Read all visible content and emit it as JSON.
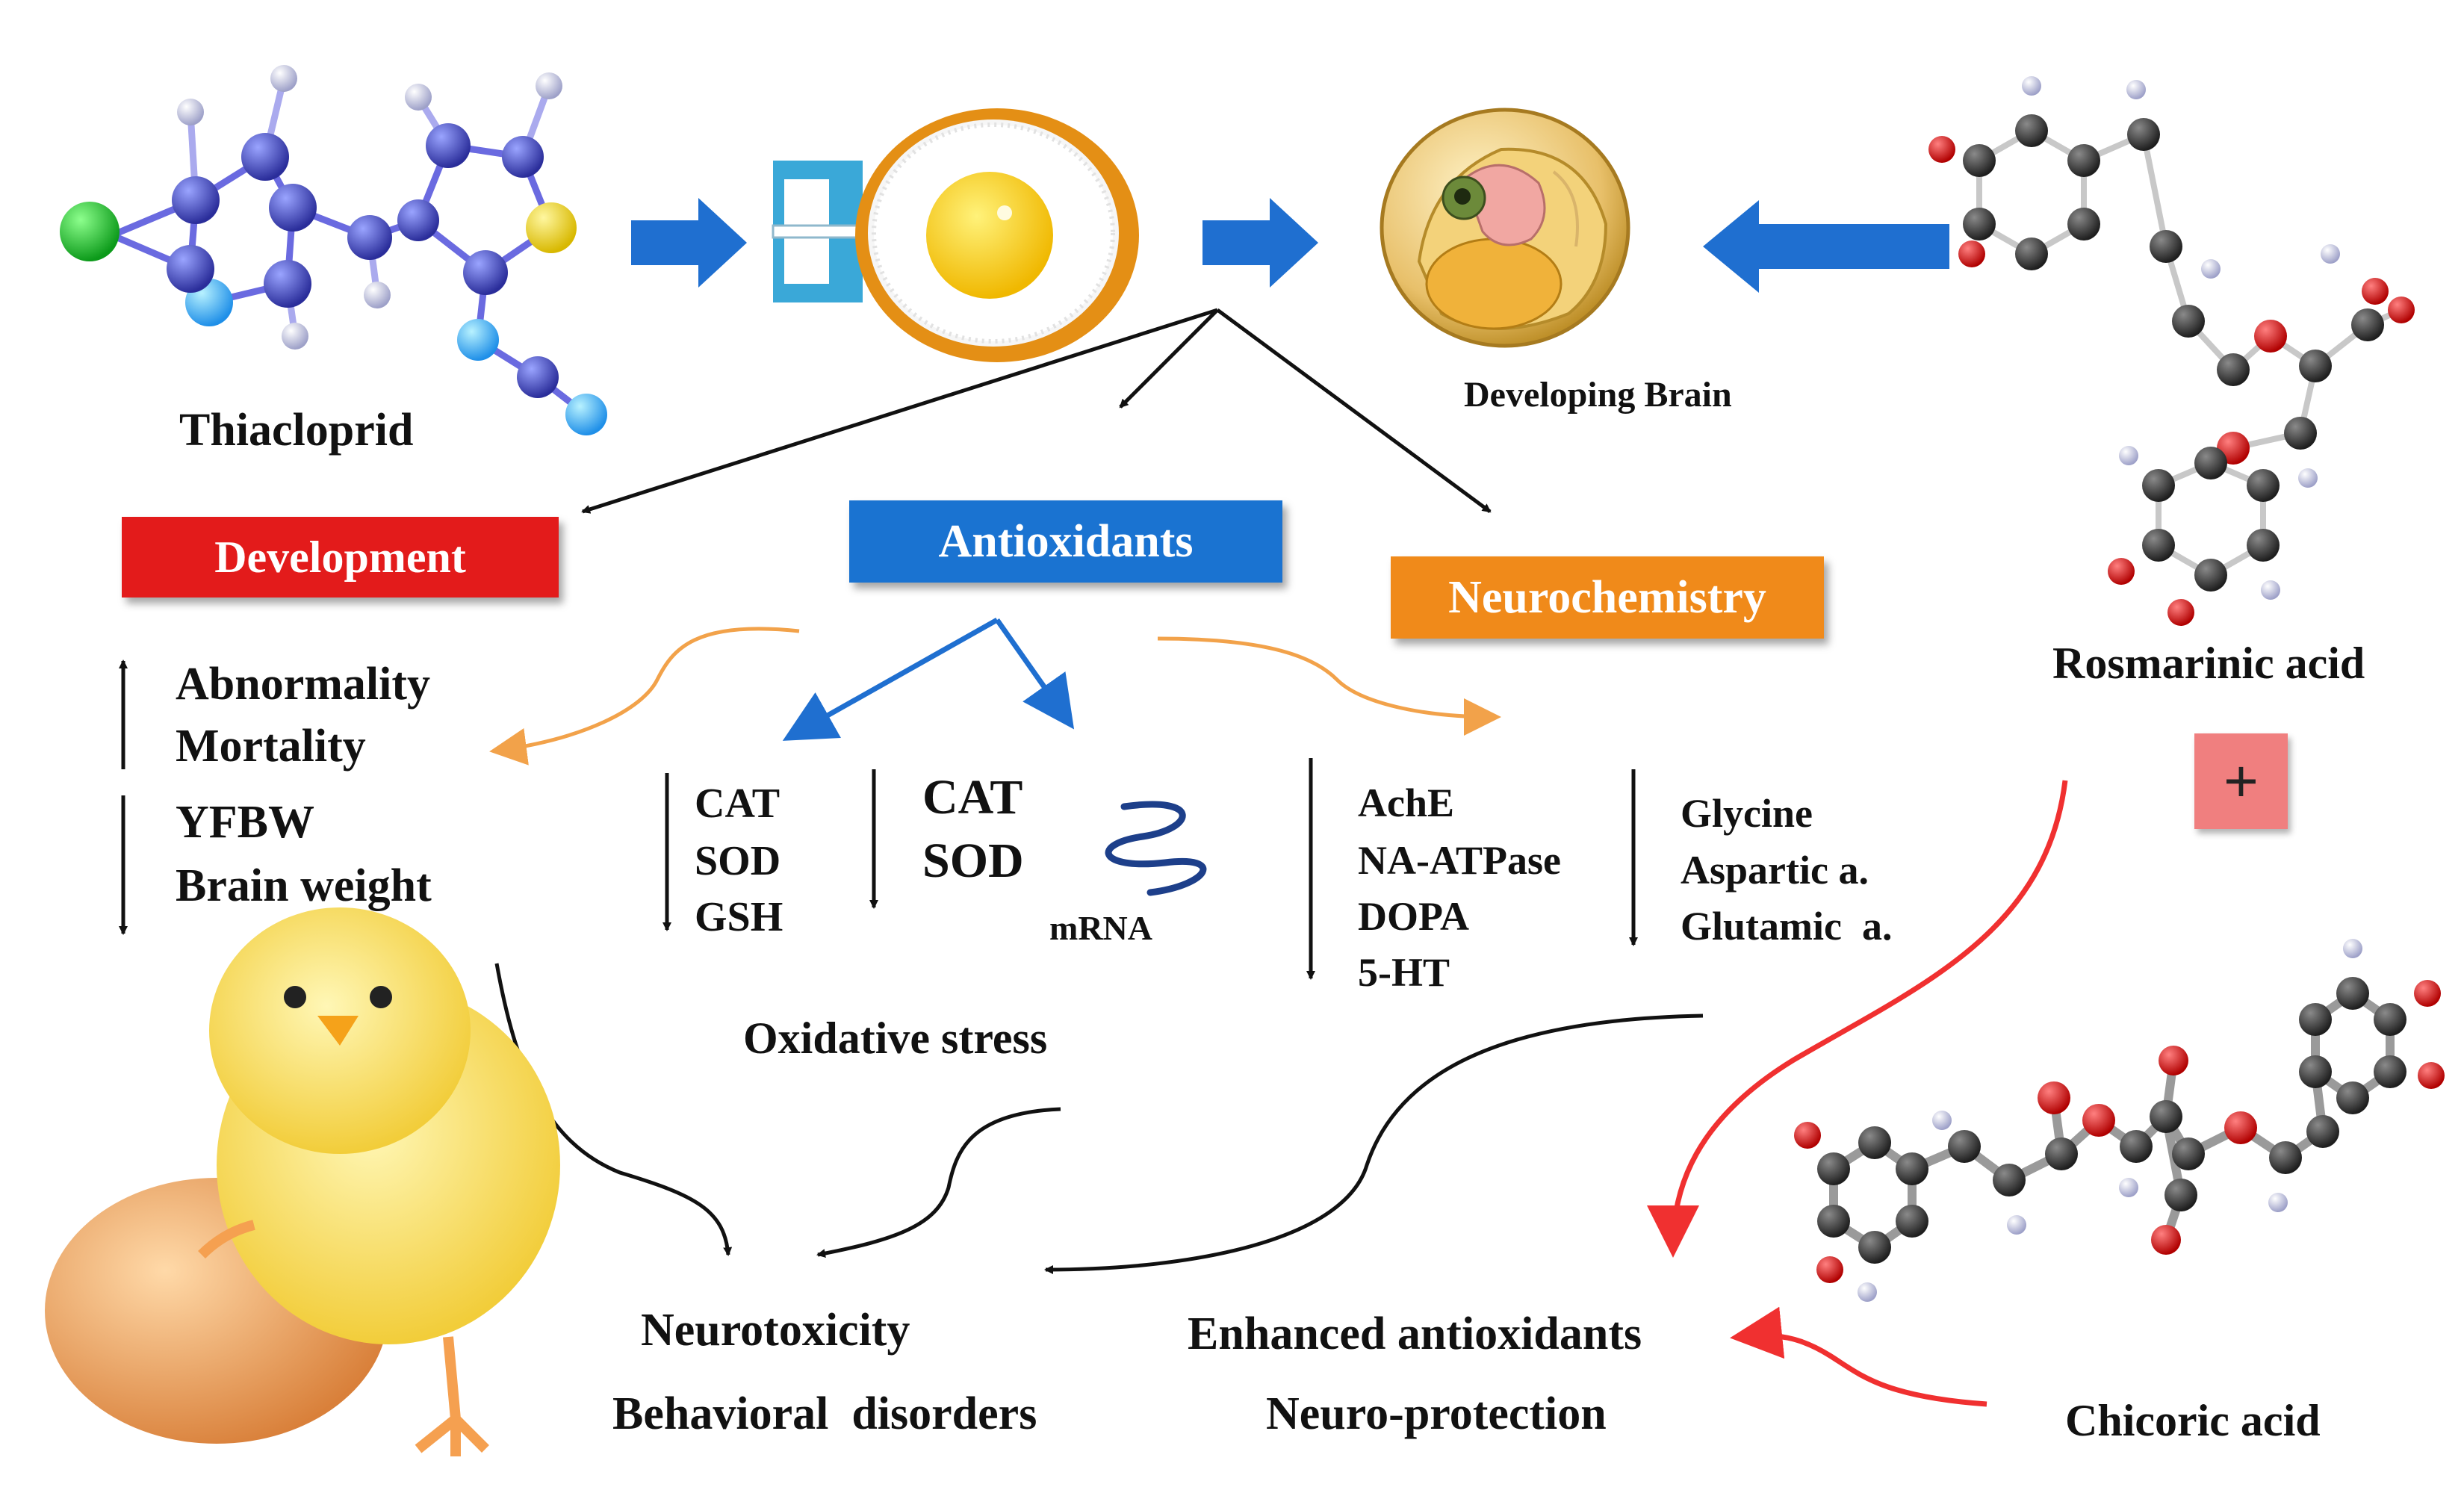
{
  "colors": {
    "development": "#e31b1b",
    "antioxidants": "#1a73d1",
    "neurochemistry": "#f08a1a",
    "arrow_blue": "#1f6fd0",
    "arrow_orange": "#f2a24a",
    "arrow_red": "#f03030",
    "plus_box": "#f07f7f"
  },
  "molecules": {
    "thiacloprid": "Thiacloprid",
    "rosmarinic": "Rosmarinic acid",
    "chicoric": "Chicoric acid"
  },
  "egg": {
    "developing_brain": "Developing Brain"
  },
  "boxes": {
    "development": "Development",
    "antioxidants": "Antioxidants",
    "neurochemistry": "Neurochemistry",
    "plus": "+"
  },
  "development_effects": {
    "up": [
      "Abnormality",
      "Mortality"
    ],
    "down": [
      "YFBW",
      "Brain weight"
    ]
  },
  "antioxidant_effects": {
    "enzymes": [
      "CAT",
      "SOD",
      "GSH"
    ],
    "genes": [
      "CAT",
      "SOD"
    ],
    "mrna": "mRNA",
    "summary": "Oxidative stress"
  },
  "neurochem_effects": {
    "group1": [
      "AchE",
      "NA-ATPase",
      "DOPA",
      "5-HT"
    ],
    "group2": [
      "Glycine",
      "Aspartic a.",
      "Glutamic  a."
    ]
  },
  "outcomes": {
    "neurotoxicity": "Neurotoxicity",
    "behavioral": "Behavioral  disorders",
    "enhanced": "Enhanced antioxidants",
    "neuroprotection": "Neuro-protection"
  },
  "icons": [
    "chlorine-atom-icon",
    "syringe-icon",
    "egg-yolk-icon",
    "embryo-egg-icon",
    "mrna-strand-icon",
    "chick-icon",
    "egg-icon"
  ]
}
